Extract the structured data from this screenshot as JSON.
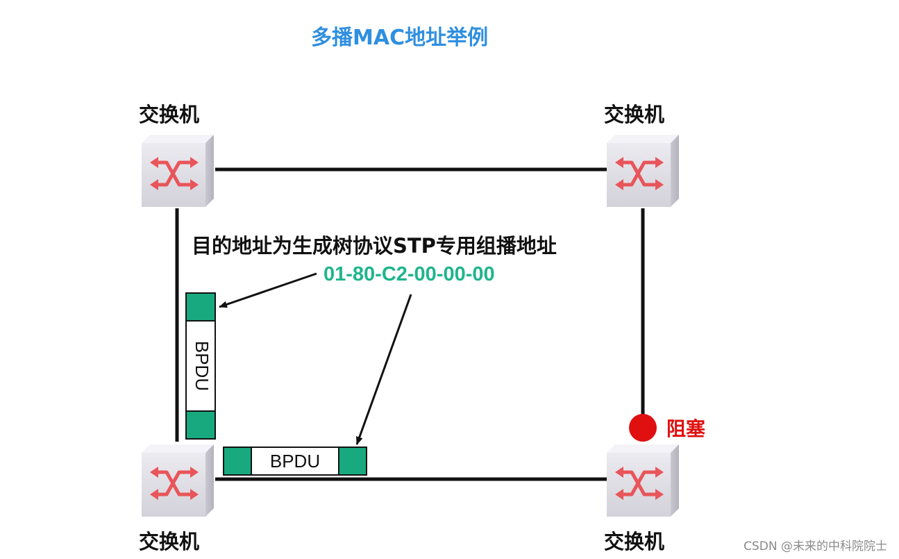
{
  "diagram": {
    "title": "多播MAC地址举例",
    "switches": {
      "top_left": {
        "label": "交换机"
      },
      "top_right": {
        "label": "交换机"
      },
      "bottom_left": {
        "label": "交换机"
      },
      "bottom_right": {
        "label": "交换机"
      }
    },
    "description": "目的地址为生成树协议STP专用组播地址",
    "multicast_mac": "01-80-C2-00-00-00",
    "frames": {
      "vertical": {
        "label": "BPDU"
      },
      "horizontal": {
        "label": "BPDU"
      }
    },
    "blocked_port": {
      "label": "阻塞",
      "color": "#e01010"
    },
    "colors": {
      "title": "#2f8fe0",
      "mac": "#1fb58c",
      "frame_segment": "#18aa7e",
      "link": "#111111",
      "switch_arrow": "#e8555a"
    },
    "icons": {
      "switch": "switch-icon"
    }
  },
  "watermark": "CSDN @未来的中科院院士"
}
